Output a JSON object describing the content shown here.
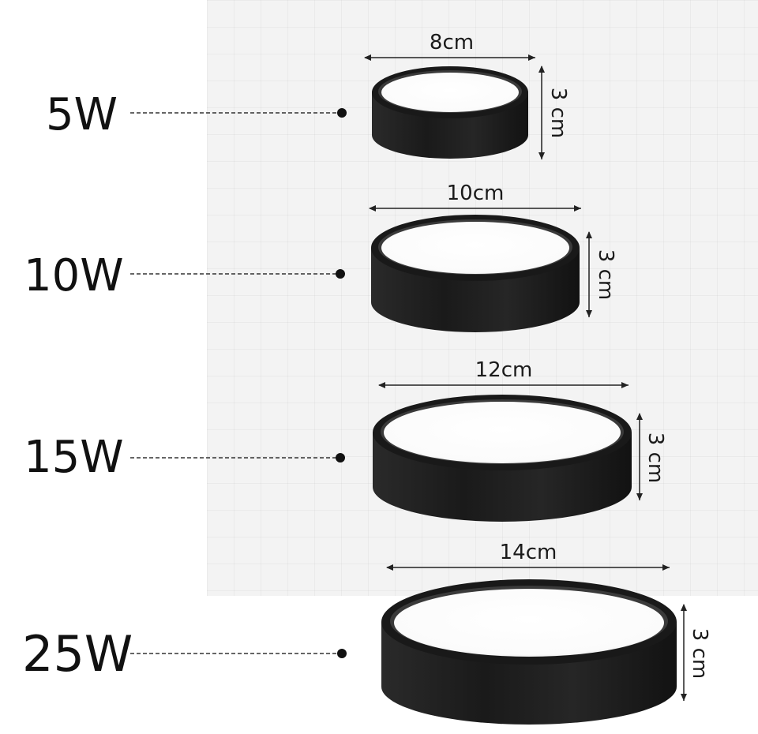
{
  "products": [
    {
      "power": "5W",
      "width": "8cm",
      "height": "3 cm"
    },
    {
      "power": "10W",
      "width": "10cm",
      "height": "3 cm"
    },
    {
      "power": "15W",
      "width": "12cm",
      "height": "3 cm"
    },
    {
      "power": "25W",
      "width": "14cm",
      "height": "3 cm"
    }
  ],
  "colors": {
    "housing": "#1c1c1c",
    "diffuser": "#ffffff",
    "leader_line": "#333333"
  }
}
